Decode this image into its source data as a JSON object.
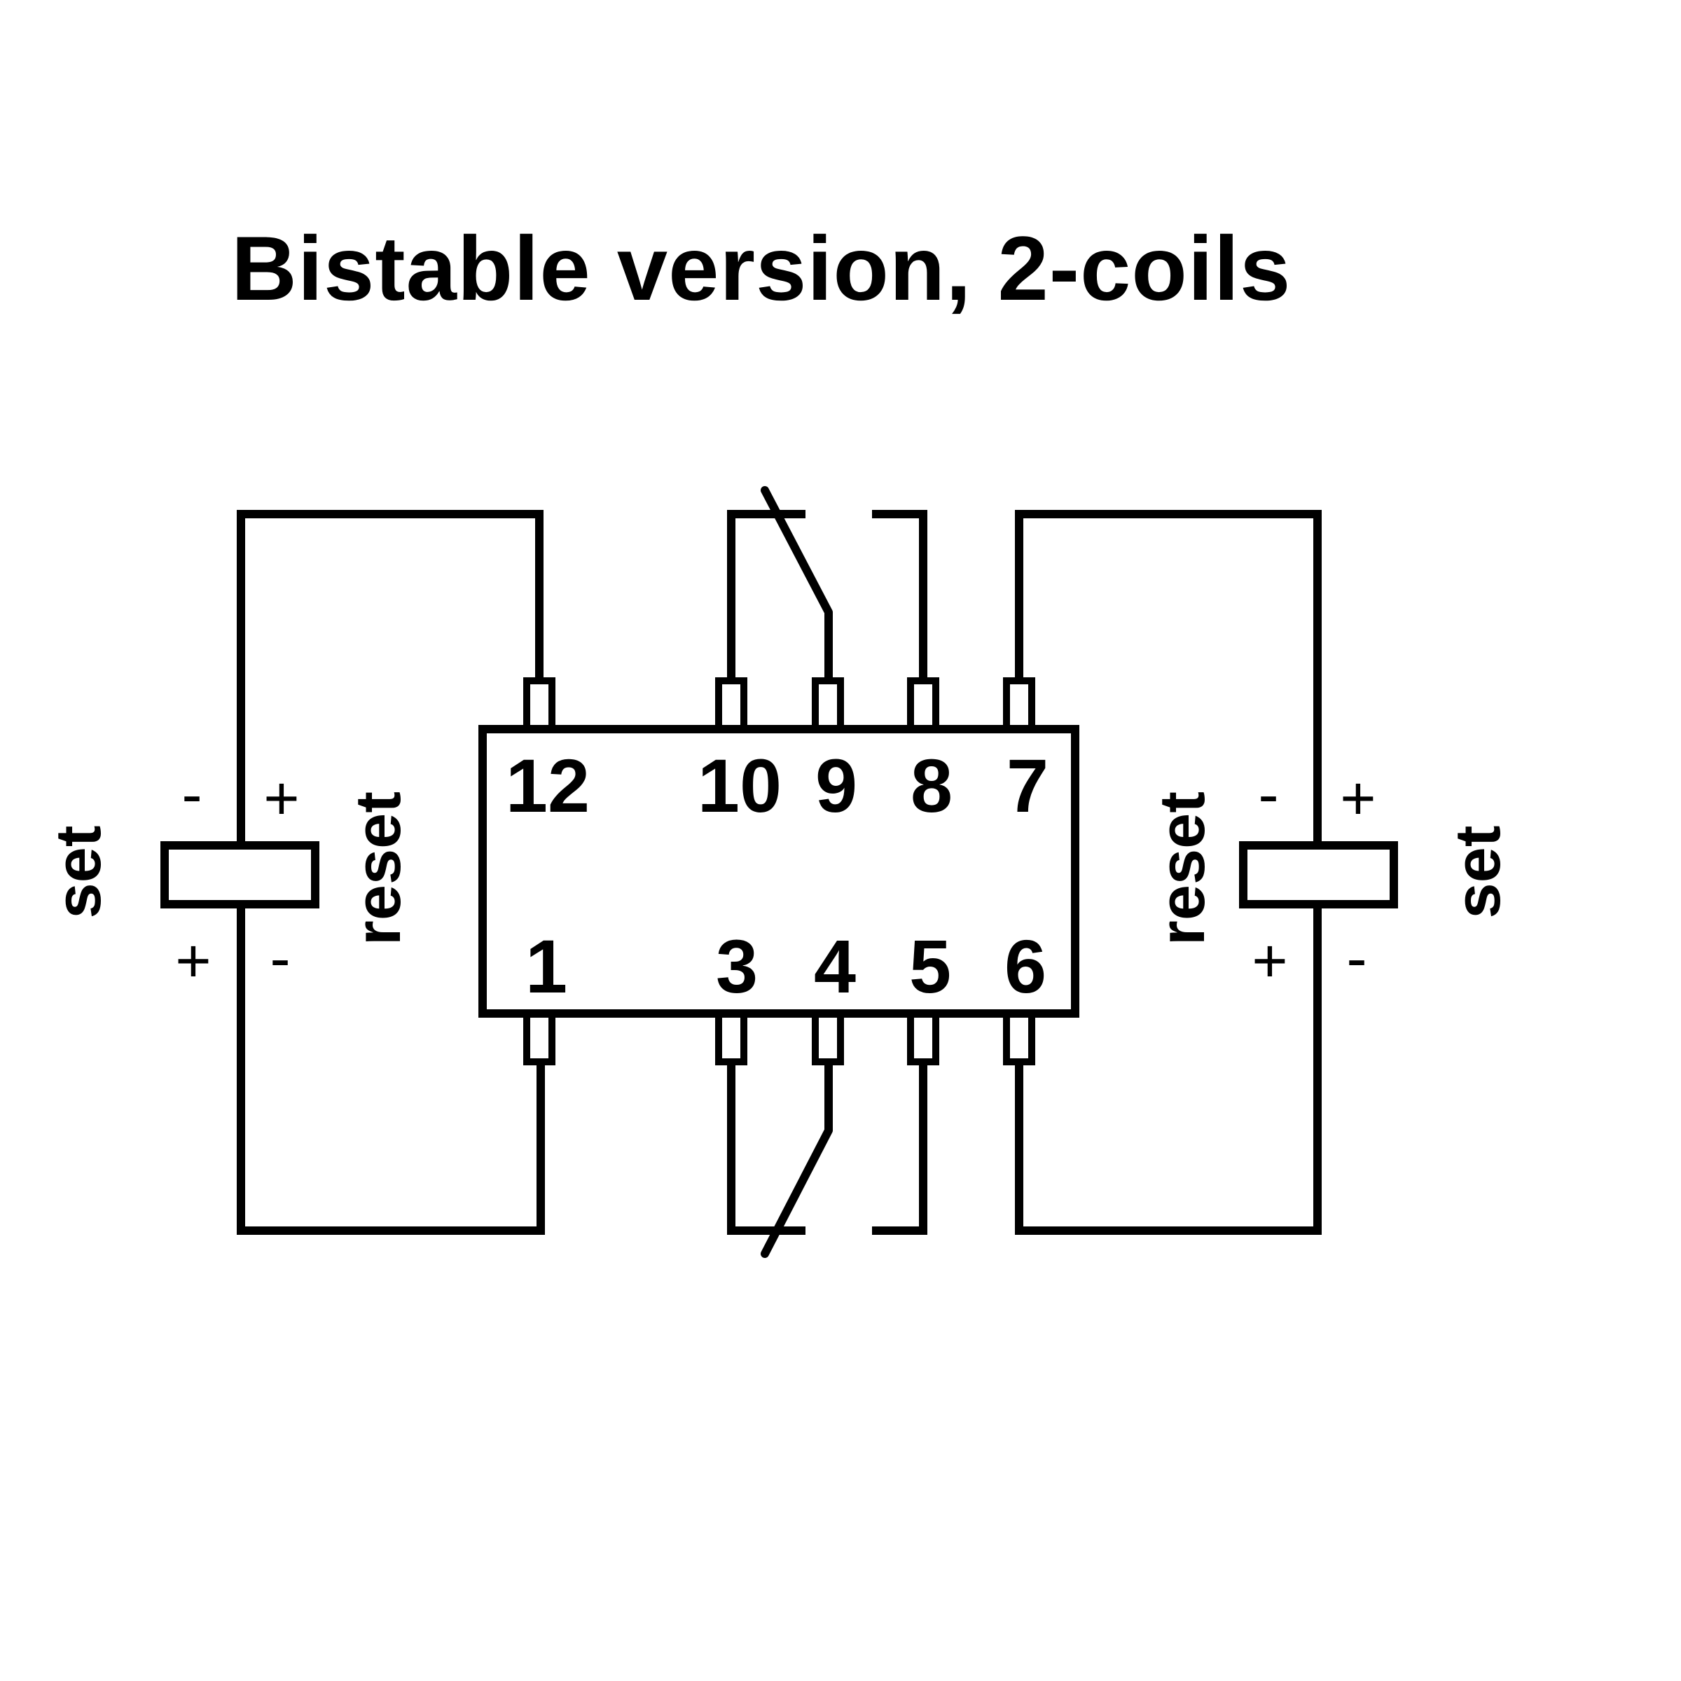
{
  "title": "Bistable version, 2-coils",
  "relay": {
    "top_pins": [
      "12",
      "10",
      "9",
      "8",
      "7"
    ],
    "bottom_pins": [
      "1",
      "3",
      "4",
      "5",
      "6"
    ]
  },
  "left_circuit": {
    "outer_label": "set",
    "inner_label": "reset",
    "polarity": {
      "top_left": "-",
      "top_right": "+",
      "bottom_left": "+",
      "bottom_right": "-"
    }
  },
  "right_circuit": {
    "inner_label": "reset",
    "outer_label": "set",
    "polarity": {
      "top_left": "-",
      "top_right": "+",
      "bottom_left": "+",
      "bottom_right": "-"
    }
  },
  "colors": {
    "line": "#000000",
    "background": "#ffffff"
  }
}
